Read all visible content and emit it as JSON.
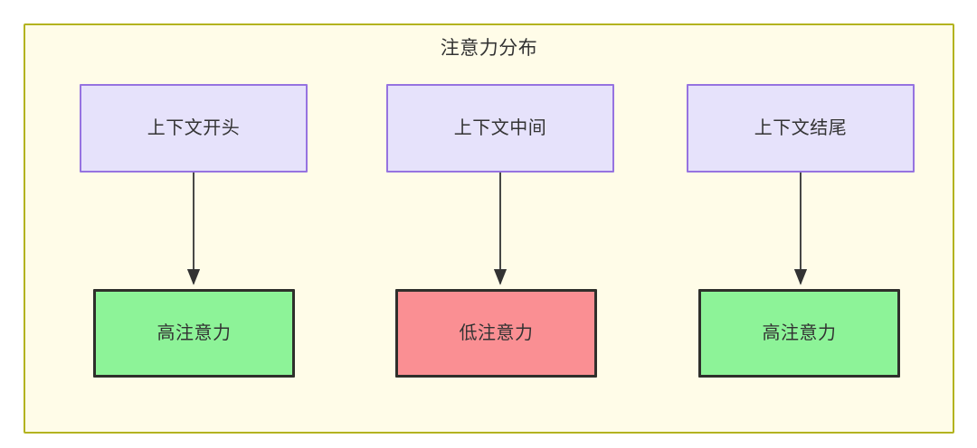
{
  "diagram": {
    "title": "注意力分布",
    "type": "flowchart",
    "background_color": "#ffffff",
    "container": {
      "fill": "#fffce8",
      "stroke": "#b3b31f"
    },
    "context_nodes": [
      {
        "id": "ctx-start",
        "label": "上下文开头",
        "fill": "#e6e2fb",
        "stroke": "#9673e0"
      },
      {
        "id": "ctx-middle",
        "label": "上下文中间",
        "fill": "#e6e2fb",
        "stroke": "#9673e0"
      },
      {
        "id": "ctx-end",
        "label": "上下文结尾",
        "fill": "#e6e2fb",
        "stroke": "#9673e0"
      }
    ],
    "attention_nodes": [
      {
        "id": "att-start",
        "label": "高注意力",
        "level": "high",
        "fill": "#8df398",
        "stroke": "#2f2f2b"
      },
      {
        "id": "att-middle",
        "label": "低注意力",
        "level": "low",
        "fill": "#fa8f93",
        "stroke": "#2f2f2b"
      },
      {
        "id": "att-end",
        "label": "高注意力",
        "level": "high",
        "fill": "#8df398",
        "stroke": "#2f2f2b"
      }
    ],
    "edges": [
      {
        "from": "ctx-start",
        "to": "att-start",
        "label": ""
      },
      {
        "from": "ctx-middle",
        "to": "att-middle",
        "label": ""
      },
      {
        "from": "ctx-end",
        "to": "att-end",
        "label": ""
      }
    ],
    "edge_color": "#333333"
  }
}
